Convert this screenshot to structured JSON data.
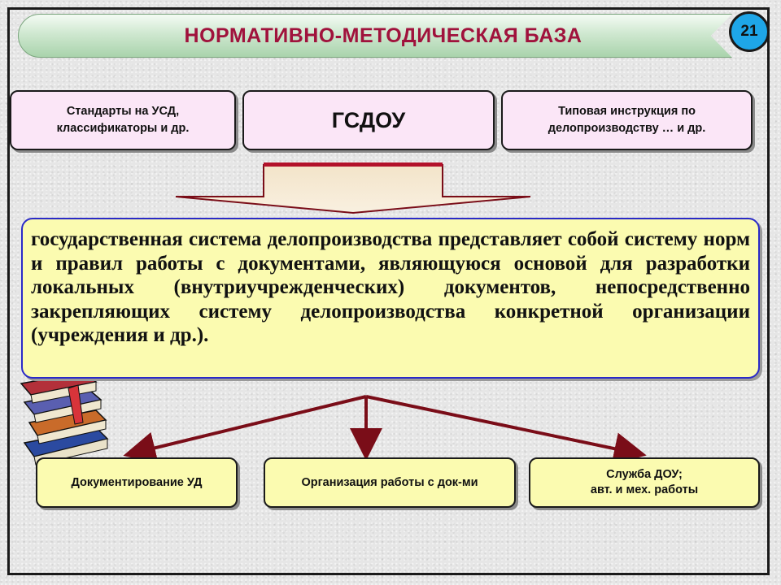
{
  "header": {
    "title": "НОРМАТИВНО-МЕТОДИЧЕСКАЯ БАЗА",
    "page_number": "21"
  },
  "top_boxes": {
    "left": "Стандарты на УСД, классификаторы и др.",
    "center": "ГСДОУ",
    "right": "Типовая инструкция по делопроизводству … и др."
  },
  "definition": "государственная система делопроизводства представляет собой систему норм и правил работы с документами, являющуюся основой для разработки локальных (внутриучрежденческих) документов, непосредственно закрепляющих систему делопроизводства конкретной организации (учреждения и др.).",
  "bottom_boxes": {
    "left": "Документирование УД",
    "center": "Организация работы с док-ми",
    "right_line1": "Служба ДОУ;",
    "right_line2": "авт. и мех. работы"
  },
  "colors": {
    "title": "#a0123c",
    "arrows": "#7a0d18",
    "definition_border": "#2a2ac8",
    "badge": "#1ea6e8"
  }
}
